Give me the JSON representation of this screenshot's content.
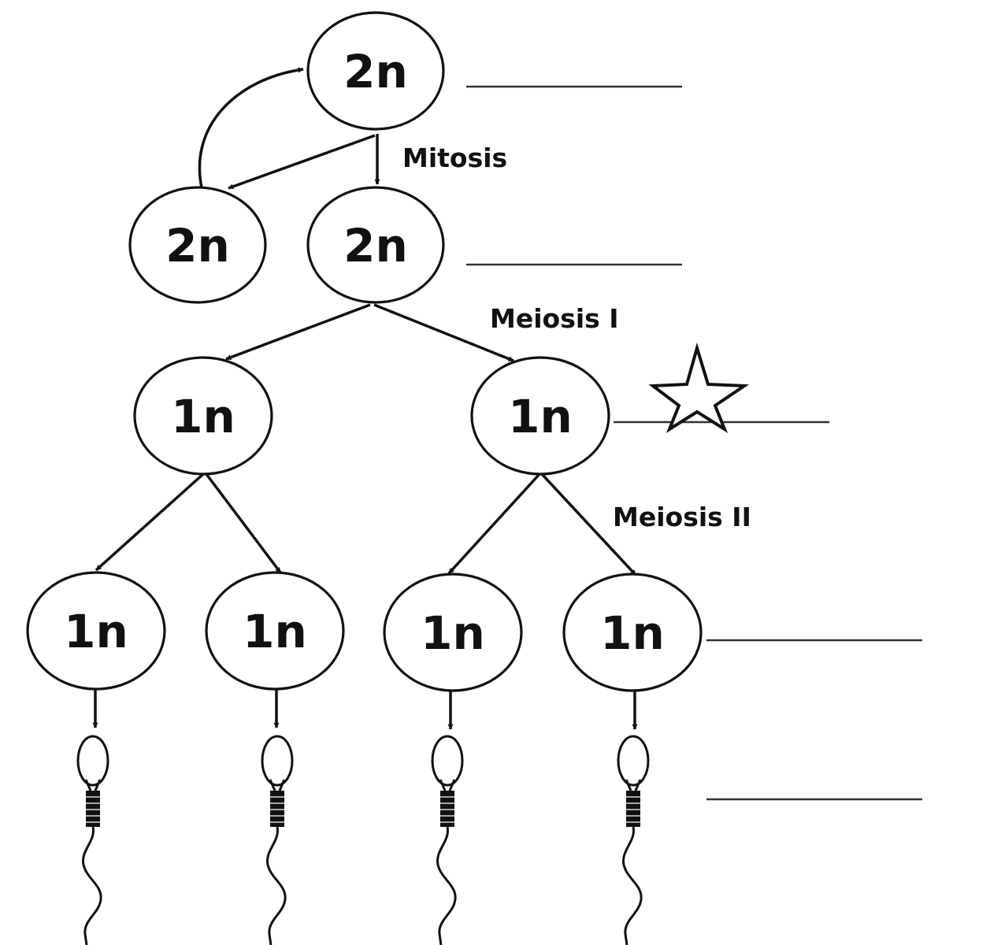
{
  "cells": {
    "top": "2n",
    "mitosis_left": "2n",
    "mitosis_right": "2n",
    "meiosis1_left": "1n",
    "meiosis1_right": "1n",
    "meiosis2_a": "1n",
    "meiosis2_b": "1n",
    "meiosis2_c": "1n",
    "meiosis2_d": "1n"
  },
  "labels": {
    "mitosis": "Mitosis",
    "meiosis_1": "Meiosis I",
    "meiosis_2": "Meiosis II"
  },
  "marker": {
    "icon": "star-icon"
  },
  "sperm": {
    "count": 4,
    "icon": "sperm-cell-icon"
  },
  "answer_blanks": {
    "count": 5
  }
}
